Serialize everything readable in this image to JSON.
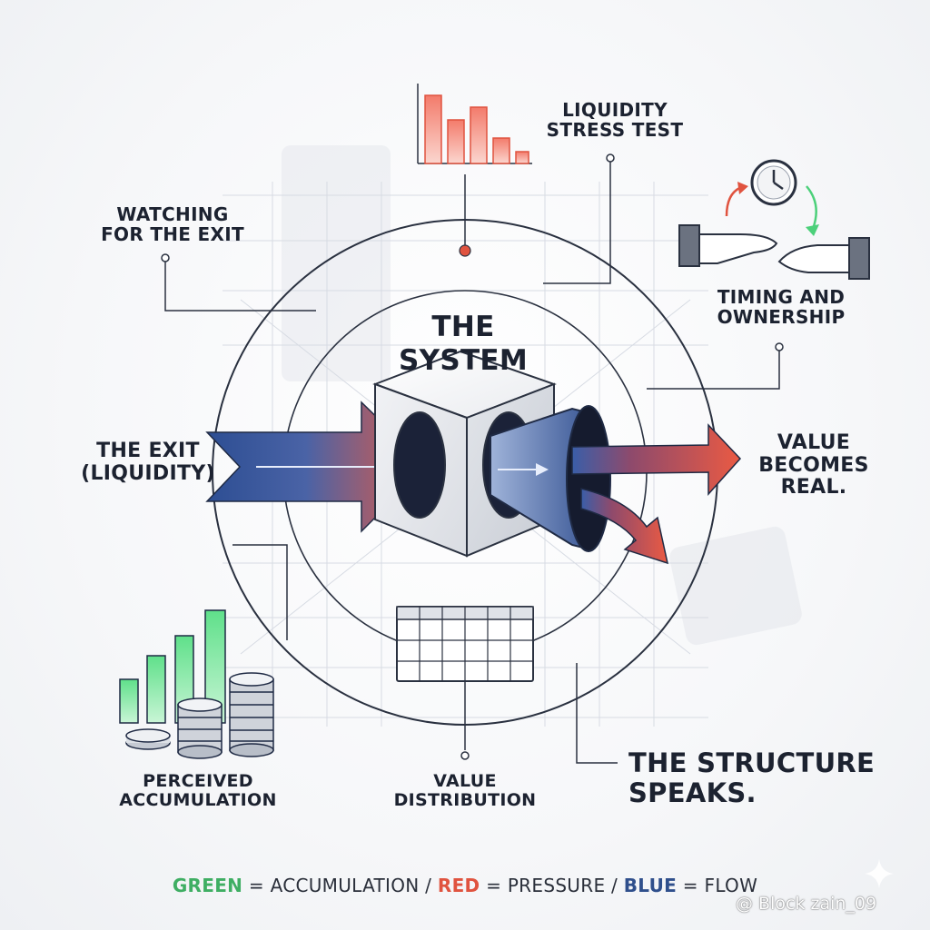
{
  "center_title": [
    "THE",
    "SYSTEM"
  ],
  "labels": {
    "watching": [
      "WATCHING",
      "FOR THE EXIT"
    ],
    "stress": [
      "LIQUIDITY",
      "STRESS TEST"
    ],
    "timing": [
      "TIMING AND",
      "OWNERSHIP"
    ],
    "exit": [
      "THE EXIT",
      "(LIQUIDITY)"
    ],
    "value_real": [
      "VALUE",
      "BECOMES",
      "REAL."
    ],
    "perceived": [
      "PERCEIVED",
      "ACCUMULATION"
    ],
    "distribution": [
      "VALUE",
      "DISTRIBUTION"
    ],
    "structure": [
      "THE STRUCTURE",
      "SPEAKS."
    ]
  },
  "legend": {
    "green_word": "GREEN",
    "green_text": " = ACCUMULATION / ",
    "red_word": "RED",
    "red_text": " = PRESSURE / ",
    "blue_word": "BLUE",
    "blue_text": " = FLOW"
  },
  "watermark": "@ Block zain_09",
  "colors": {
    "accumulation": "#4cd07a",
    "pressure": "#e0533f",
    "flow": "#2f4f8c",
    "ink": "#1c2230"
  },
  "icons": [
    "cube-icon",
    "funnel-icon",
    "clock-icon",
    "hands-icon",
    "coin-stack-icon",
    "calendar-grid-icon",
    "red-bar-chart-icon",
    "green-bar-chart-icon"
  ]
}
